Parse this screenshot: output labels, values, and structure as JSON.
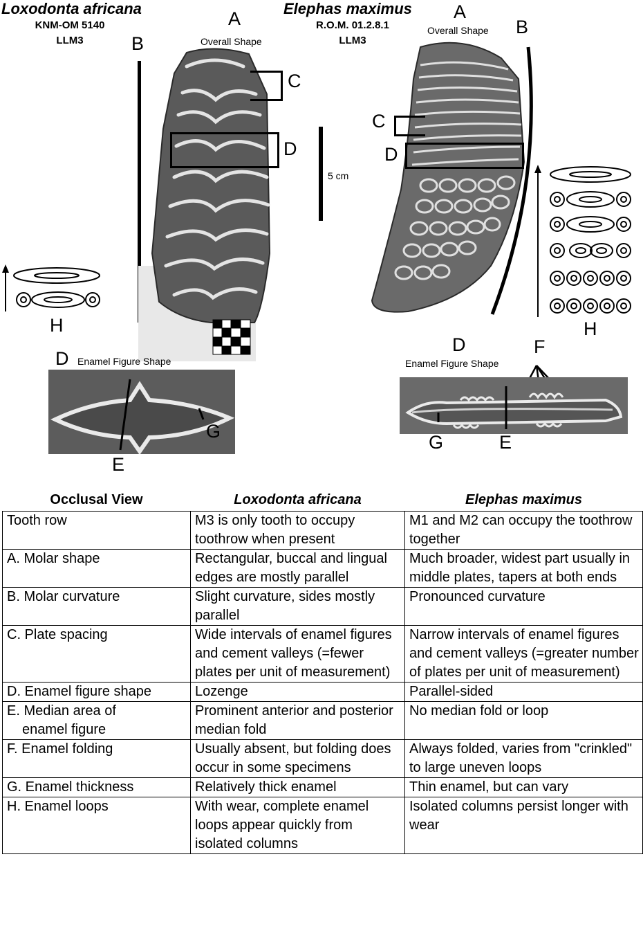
{
  "figure": {
    "left": {
      "species": "Loxodonta africana",
      "specimen": "KNM-OM 5140",
      "tooth": "LLM3",
      "label_a": "A",
      "overall_shape": "Overall Shape",
      "label_b": "B",
      "label_c": "C",
      "label_d": "D",
      "label_h": "H",
      "detail_label_d": "D",
      "enamel_figure_shape": "Enamel Figure Shape",
      "label_g": "G",
      "label_e": "E"
    },
    "right": {
      "species": "Elephas maximus",
      "specimen": "R.O.M. 01.2.8.1",
      "tooth": "LLM3",
      "label_a": "A",
      "overall_shape": "Overall Shape",
      "label_b": "B",
      "label_c": "C",
      "label_d": "D",
      "label_h": "H",
      "detail_label_d": "D",
      "enamel_figure_shape": "Enamel Figure Shape",
      "label_f": "F",
      "label_g": "G",
      "label_e": "E"
    },
    "scale_label": "5 cm"
  },
  "table": {
    "headers": [
      "Occlusal View",
      "Loxodonta africana",
      "Elephas maximus"
    ],
    "rows": [
      {
        "feature": "Tooth row",
        "loxodonta": "M3 is only tooth to occupy toothrow when present",
        "elephas": "M1 and M2 can occupy the toothrow together"
      },
      {
        "feature": "A. Molar shape",
        "loxodonta": "Rectangular, buccal and lingual edges are mostly parallel",
        "elephas": "Much broader, widest part usually in middle plates, tapers at both ends"
      },
      {
        "feature": "B. Molar curvature",
        "loxodonta": "Slight curvature, sides mostly parallel",
        "elephas": "Pronounced curvature"
      },
      {
        "feature": "C. Plate spacing",
        "loxodonta": "Wide intervals of enamel figures and cement valleys (=fewer plates per unit of measurement)",
        "elephas": "Narrow intervals of enamel figures and cement valleys (=greater number of plates per unit of measurement)"
      },
      {
        "feature": "D. Enamel figure shape",
        "loxodonta": "Lozenge",
        "elephas": "Parallel-sided"
      },
      {
        "feature": "E. Median area of",
        "feature_line2": "enamel figure",
        "loxodonta": "Prominent anterior and posterior median fold",
        "elephas": "No median fold or loop"
      },
      {
        "feature": "F. Enamel folding",
        "loxodonta": "Usually absent, but folding does occur in some specimens",
        "elephas": "Always folded, varies from \"crinkled\" to large uneven loops"
      },
      {
        "feature": "G. Enamel thickness",
        "loxodonta": "Relatively thick enamel",
        "elephas": "Thin enamel, but can vary"
      },
      {
        "feature": "H. Enamel loops",
        "loxodonta": "With wear, complete enamel loops appear quickly from isolated columns",
        "elephas": "Isolated columns persist longer with wear"
      }
    ]
  }
}
